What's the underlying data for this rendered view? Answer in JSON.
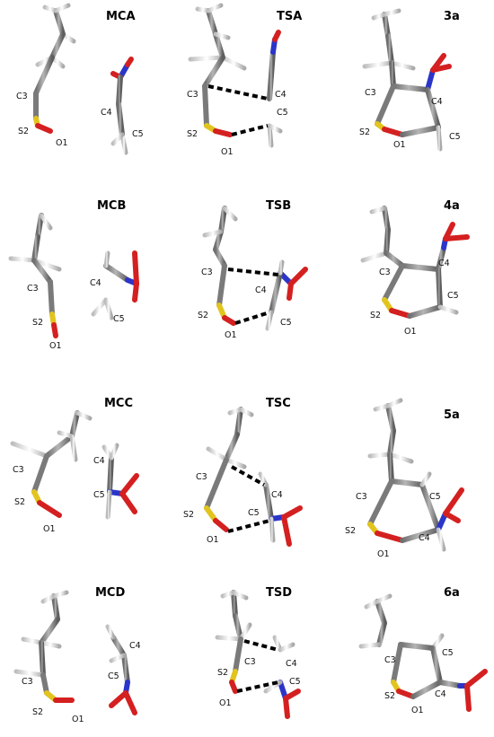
{
  "figure": {
    "panels": [
      {
        "title": "MCA",
        "labels": {
          "s": "S2",
          "o": "O1",
          "c3": "C3",
          "c4": "C4",
          "c5": "C5"
        }
      },
      {
        "title": "TSA",
        "labels": {
          "s": "S2",
          "o": "O1",
          "c3": "C3",
          "c4": "C4",
          "c5": "C5"
        }
      },
      {
        "title": "3a",
        "labels": {
          "s": "S2",
          "o": "O1",
          "c3": "C3",
          "c4": "C4",
          "c5": "C5"
        }
      },
      {
        "title": "MCB",
        "labels": {
          "s": "S2",
          "o": "O1",
          "c3": "C3",
          "c4": "C4",
          "c5": "C5"
        }
      },
      {
        "title": "TSB",
        "labels": {
          "s": "S2",
          "o": "O1",
          "c3": "C3",
          "c4": "C4",
          "c5": "C5"
        }
      },
      {
        "title": "4a",
        "labels": {
          "s": "S2",
          "o": "O1",
          "c3": "C3",
          "c4": "C4",
          "c5": "C5"
        }
      },
      {
        "title": "MCC",
        "labels": {
          "s": "S2",
          "o": "O1",
          "c3": "C3",
          "c4": "C4",
          "c5": "C5"
        }
      },
      {
        "title": "TSC",
        "labels": {
          "s": "S2",
          "o": "O1",
          "c3": "C3",
          "c4": "C4",
          "c5": "C5"
        }
      },
      {
        "title": "5a",
        "labels": {
          "s": "S2",
          "o": "O1",
          "c3": "C3",
          "c4": "C4",
          "c5": "C5"
        }
      },
      {
        "title": "MCD",
        "labels": {
          "s": "S2",
          "o": "O1",
          "c3": "C3",
          "c4": "C4",
          "c5": "C5"
        }
      },
      {
        "title": "TSD",
        "labels": {
          "s": "S2",
          "o": "O1",
          "c3": "C3",
          "c4": "C4",
          "c5": "C5"
        }
      },
      {
        "title": "6a",
        "labels": {
          "s": "S2",
          "o": "O1",
          "c3": "C3",
          "c4": "C4",
          "c5": "C5"
        }
      }
    ],
    "colors": {
      "carbon": "#8c8c8c",
      "hydrogen": "#e6e6e6",
      "sulfur": "#e2c41e",
      "oxygen": "#d42020",
      "nitrogen": "#2b35c9",
      "forming_bond": "#000000"
    }
  }
}
